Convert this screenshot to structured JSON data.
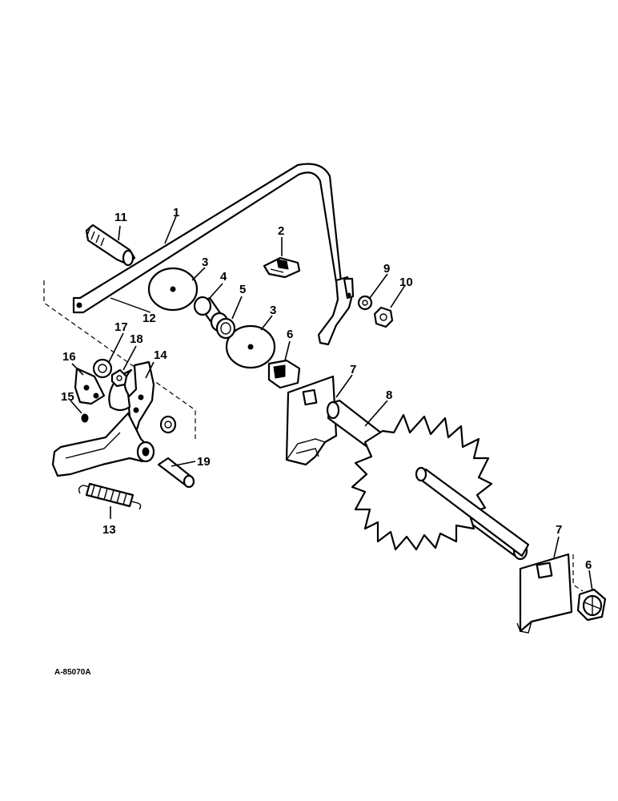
{
  "diagram": {
    "drawing_code": "A-85070A",
    "callouts": [
      {
        "id": "c1",
        "text": "1"
      },
      {
        "id": "c2",
        "text": "2"
      },
      {
        "id": "c3a",
        "text": "3"
      },
      {
        "id": "c3b",
        "text": "3"
      },
      {
        "id": "c4",
        "text": "4"
      },
      {
        "id": "c5",
        "text": "5"
      },
      {
        "id": "c6a",
        "text": "6"
      },
      {
        "id": "c6b",
        "text": "6"
      },
      {
        "id": "c7a",
        "text": "7"
      },
      {
        "id": "c7b",
        "text": "7"
      },
      {
        "id": "c8",
        "text": "8"
      },
      {
        "id": "c9",
        "text": "9"
      },
      {
        "id": "c10",
        "text": "10"
      },
      {
        "id": "c11",
        "text": "11"
      },
      {
        "id": "c12",
        "text": "12"
      },
      {
        "id": "c13",
        "text": "13"
      },
      {
        "id": "c14",
        "text": "14"
      },
      {
        "id": "c15",
        "text": "15"
      },
      {
        "id": "c16",
        "text": "16"
      },
      {
        "id": "c17",
        "text": "17"
      },
      {
        "id": "c18",
        "text": "18"
      },
      {
        "id": "c19",
        "text": "19"
      }
    ]
  }
}
